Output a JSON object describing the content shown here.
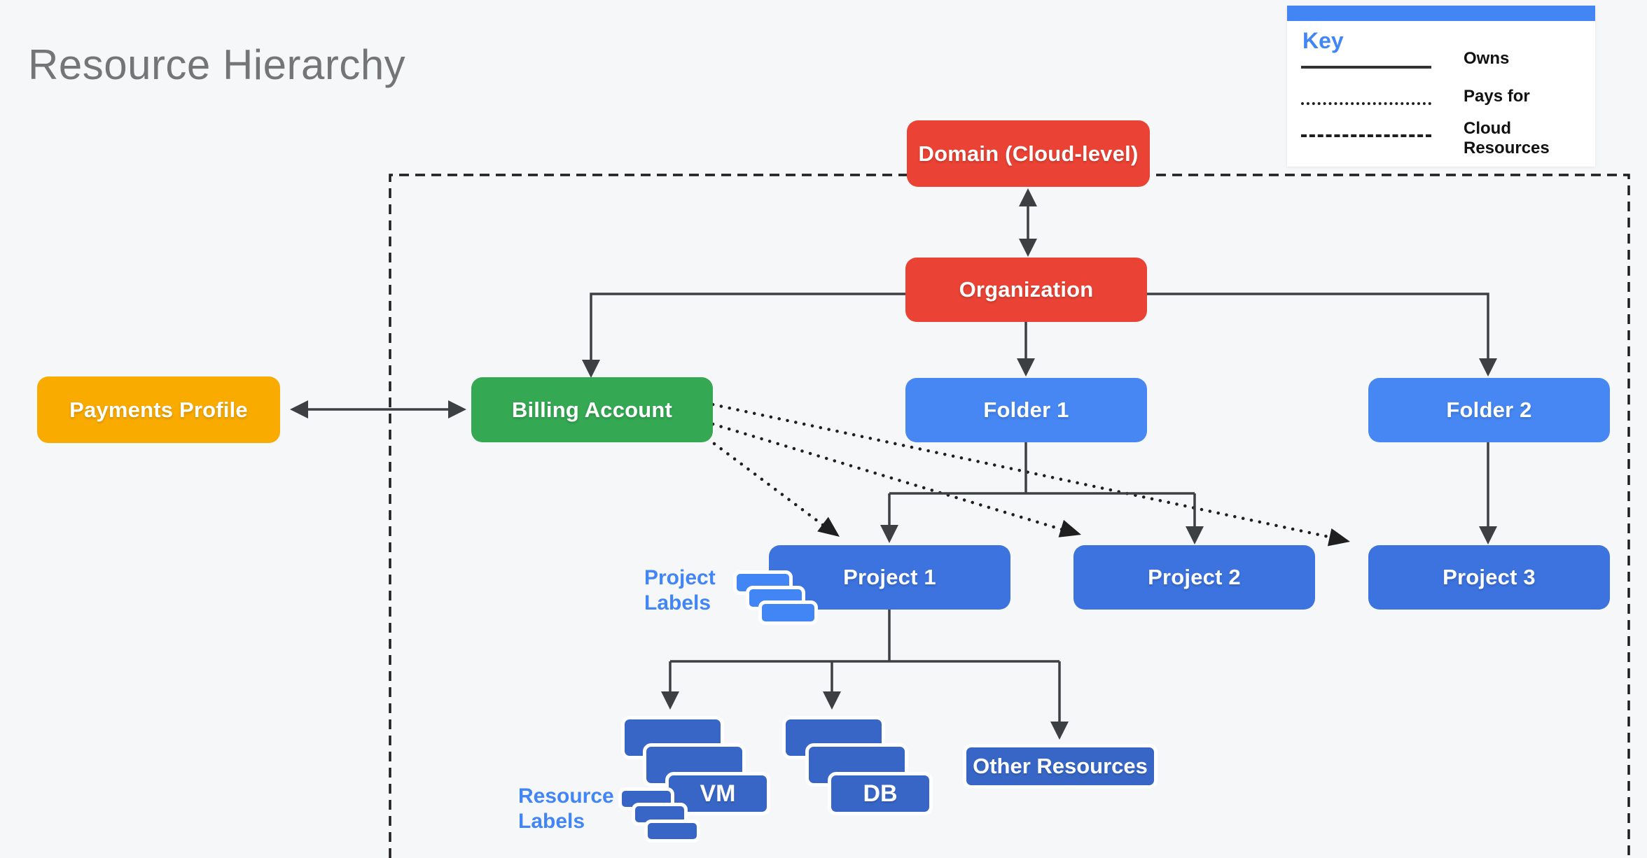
{
  "title": "Resource Hierarchy",
  "key": {
    "title": "Key",
    "items": [
      {
        "label": "Owns",
        "line_style": "solid"
      },
      {
        "label": "Pays for",
        "line_style": "dotted"
      },
      {
        "label": "Cloud Resources",
        "line_style": "dashed"
      }
    ]
  },
  "nodes": {
    "domain": "Domain (Cloud-level)",
    "organization": "Organization",
    "payments_profile": "Payments Profile",
    "billing_account": "Billing Account",
    "folder1": "Folder 1",
    "folder2": "Folder 2",
    "project1": "Project 1",
    "project2": "Project 2",
    "project3": "Project 3",
    "vm": "VM",
    "db": "DB",
    "other_resources": "Other Resources"
  },
  "annotations": {
    "project_labels": "Project Labels",
    "resource_labels": "Resource Labels"
  },
  "edges": [
    {
      "from": "Domain (Cloud-level)",
      "to": "Organization",
      "type": "owns",
      "bidirectional": true
    },
    {
      "from": "Organization",
      "to": "Billing Account",
      "type": "owns"
    },
    {
      "from": "Organization",
      "to": "Folder 1",
      "type": "owns"
    },
    {
      "from": "Organization",
      "to": "Folder 2",
      "type": "owns"
    },
    {
      "from": "Payments Profile",
      "to": "Billing Account",
      "type": "owns",
      "bidirectional": true
    },
    {
      "from": "Folder 1",
      "to": "Project 1",
      "type": "owns"
    },
    {
      "from": "Folder 1",
      "to": "Project 2",
      "type": "owns"
    },
    {
      "from": "Folder 2",
      "to": "Project 3",
      "type": "owns"
    },
    {
      "from": "Project 1",
      "to": "VM",
      "type": "owns"
    },
    {
      "from": "Project 1",
      "to": "DB",
      "type": "owns"
    },
    {
      "from": "Project 1",
      "to": "Other Resources",
      "type": "owns"
    },
    {
      "from": "Billing Account",
      "to": "Project 1",
      "type": "pays for"
    },
    {
      "from": "Billing Account",
      "to": "Project 2",
      "type": "pays for"
    },
    {
      "from": "Billing Account",
      "to": "Project 3",
      "type": "pays for"
    }
  ],
  "colors": {
    "background": "#f6f7f9",
    "title_gray": "#757575",
    "red": "#ea4335",
    "amber": "#f9ab00",
    "green": "#34a853",
    "folder_blue": "#4687f3",
    "project_blue": "#3d73df",
    "resource_blue": "#3766c6",
    "label_blue": "#4285f4",
    "line_dark": "#3c4043",
    "boundary_black": "#1f1f1f"
  }
}
